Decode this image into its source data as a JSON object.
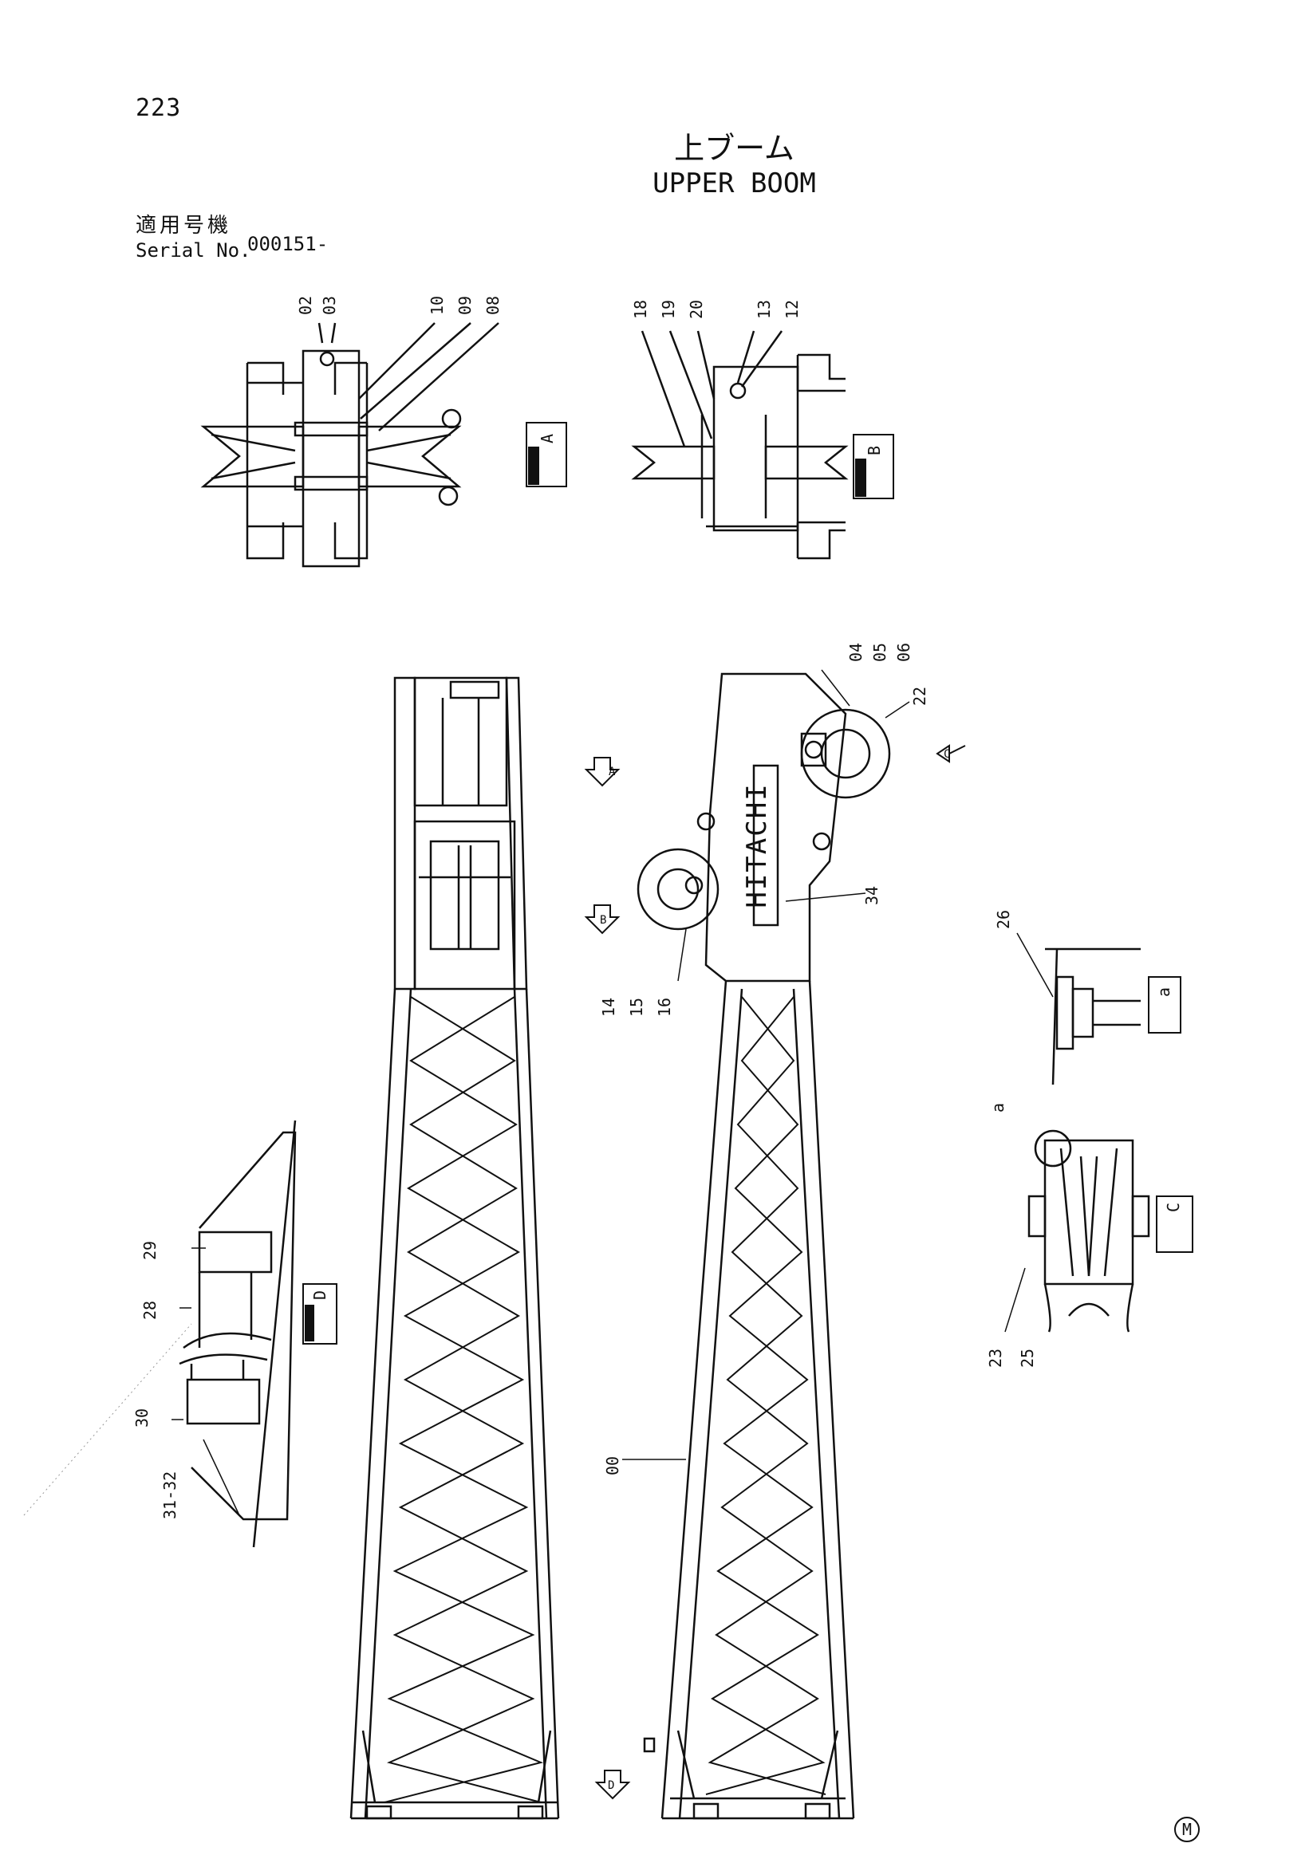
{
  "page": {
    "number": "223"
  },
  "title": {
    "japanese": "上ブーム",
    "english": "UPPER BOOM"
  },
  "serial": {
    "label_japanese": "適用号機",
    "label_english": "Serial No.",
    "value": "000151-"
  },
  "corner_mark": "M",
  "brand": "HITACHI",
  "views": {
    "section_a": "A",
    "section_b": "B",
    "section_d": "D",
    "view_c": "C",
    "detail_a": "a",
    "arrow_a": "A",
    "arrow_b": "B",
    "arrow_c": "C",
    "arrow_d": "D"
  },
  "callouts": {
    "c02": "02",
    "c03": "03",
    "c10": "10",
    "c09": "09",
    "c08": "08",
    "c18": "18",
    "c19": "19",
    "c20": "20",
    "c13": "13",
    "c12": "12",
    "c04": "04",
    "c05": "05",
    "c06": "06",
    "c22": "22",
    "c14": "14",
    "c15": "15",
    "c16": "16",
    "c34": "34",
    "c26": "26",
    "c23": "23",
    "c25": "25",
    "c29": "29",
    "c28": "28",
    "c30": "30",
    "c31_32": "31-32",
    "c00": "00"
  }
}
